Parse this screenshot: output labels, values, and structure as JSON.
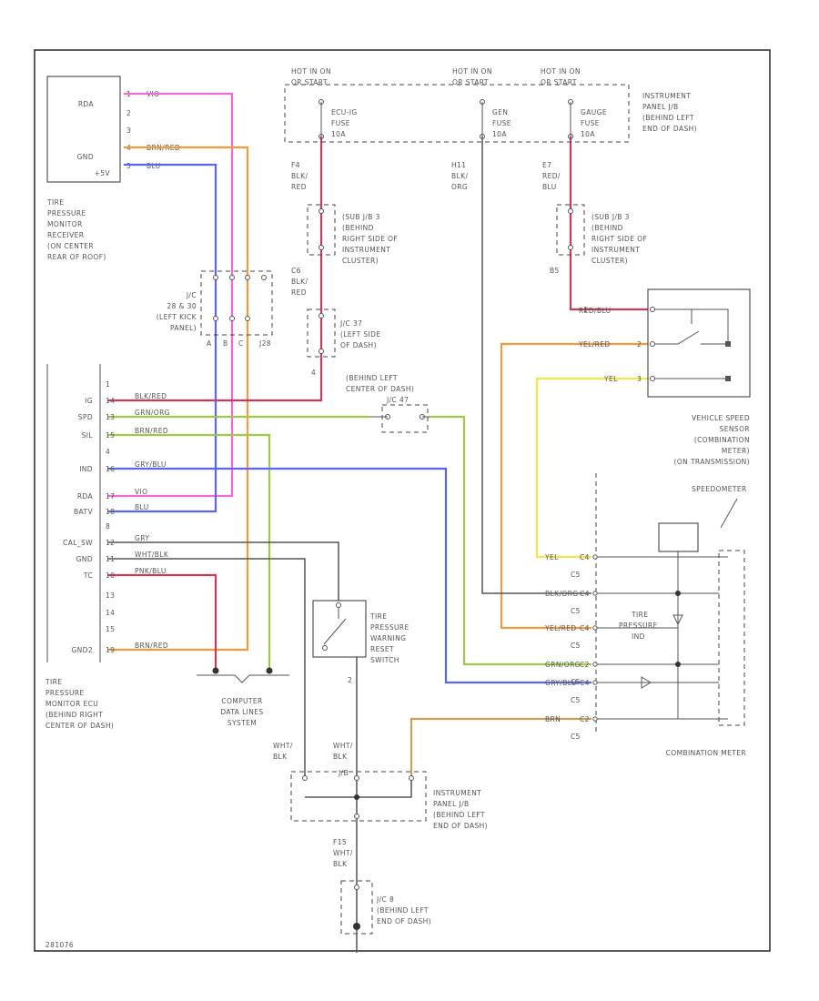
{
  "colors": {
    "pink": "#f06ad6",
    "orange": "#f59a3a",
    "blue": "#5b66ee",
    "red": "#c73b5c",
    "green": "#9ecb44",
    "yellow": "#f2e64a",
    "gray": "#555555",
    "brown": "#c9a055"
  },
  "receiver": {
    "pins": [
      "RDA",
      "GND",
      "+5V"
    ],
    "pin_numbers": [
      "1",
      "2",
      "3",
      "4",
      "5"
    ],
    "wires": [
      "VIO",
      "BRN/RED",
      "BLU"
    ],
    "caption": [
      "TIRE",
      "PRESSURE",
      "MONITOR",
      "RECEIVER",
      "(ON CENTER",
      "REAR OF ROOF)"
    ]
  },
  "fuse_box": {
    "fuses": [
      {
        "hot": [
          "HOT IN ON",
          "OR START"
        ],
        "name": [
          "ECU-IG",
          "FUSE",
          "10A"
        ]
      },
      {
        "hot": [
          "HOT IN ON",
          "OR START"
        ],
        "name": [
          "GEN",
          "FUSE",
          "10A"
        ]
      },
      {
        "hot": [
          "HOT IN ON",
          "OR START"
        ],
        "name": [
          "GAUGE",
          "FUSE",
          "10A"
        ]
      }
    ],
    "caption": [
      "INSTRUMENT",
      "PANEL J/B",
      "(BEHIND LEFT",
      "END OF DASH)"
    ]
  },
  "left_branch": {
    "w1": [
      "F4",
      "BLK/",
      "RED"
    ],
    "jb": [
      "(SUB J/B 3",
      "(BEHIND",
      "RIGHT SIDE OF",
      "INSTRUMENT",
      "CLUSTER)"
    ],
    "w2": [
      "C6",
      "BLK/",
      "RED"
    ],
    "jc": [
      "J/C 37",
      "(LEFT SIDE",
      "OF DASH)"
    ],
    "pin": "4"
  },
  "mid_branch": {
    "w1": [
      "H11",
      "BLK/",
      "ORG"
    ]
  },
  "right_branch": {
    "w1": [
      "E7",
      "RED/",
      "BLU"
    ],
    "jb": [
      "(SUB J/B 3",
      "(BEHIND",
      "RIGHT SIDE OF",
      "INSTRUMENT",
      "CLUSTER)"
    ],
    "pin": "B5",
    "wire_out": "RED/BLU"
  },
  "jc_left": {
    "label": [
      "J/C",
      "28 & 30",
      "(LEFT KICK",
      "PANEL)"
    ],
    "letters": [
      "A",
      "B",
      "C",
      "J28"
    ]
  },
  "jc_mid": {
    "caption": [
      "(BEHIND LEFT",
      "CENTER OF DASH)"
    ],
    "name": "J/C 47"
  },
  "ecu": {
    "pins": [
      {
        "num": "1",
        "name": "",
        "wire": ""
      },
      {
        "num": "14",
        "name": "IG",
        "wire": "BLK/RED"
      },
      {
        "num": "13",
        "name": "SPD",
        "wire": "GRN/ORG"
      },
      {
        "num": "15",
        "name": "SIL",
        "wire": "BRN/RED"
      },
      {
        "num": "4",
        "name": "",
        "wire": ""
      },
      {
        "num": "16",
        "name": "IND",
        "wire": "GRY/BLU"
      },
      {
        "num": "17",
        "name": "RDA",
        "wire": "VIO"
      },
      {
        "num": "18",
        "name": "BATV",
        "wire": "BLU"
      },
      {
        "num": "8",
        "name": "",
        "wire": ""
      },
      {
        "num": "12",
        "name": "CAL_SW",
        "wire": "GRY"
      },
      {
        "num": "11",
        "name": "GND",
        "wire": "WHT/BLK"
      },
      {
        "num": "10",
        "name": "TC",
        "wire": "PNK/BLU"
      },
      {
        "num": "13",
        "name": "",
        "wire": ""
      },
      {
        "num": "14",
        "name": "",
        "wire": ""
      },
      {
        "num": "15",
        "name": "",
        "wire": ""
      },
      {
        "num": "19",
        "name": "GND2",
        "wire": "BRN/RED"
      }
    ],
    "caption": [
      "TIRE",
      "PRESSURE",
      "MONITOR ECU",
      "(BEHIND RIGHT",
      "CENTER OF DASH)"
    ]
  },
  "data_line": [
    "COMPUTER",
    "DATA LINES",
    "SYSTEM"
  ],
  "sensor": {
    "wires": [
      {
        "name": "RED/BLU",
        "pin": "1"
      },
      {
        "name": "YEL/RED",
        "pin": "2"
      },
      {
        "name": "YEL",
        "pin": "3"
      }
    ],
    "caption": [
      "VEHICLE SPEED",
      "SENSOR",
      "(COMBINATION",
      "METER)",
      "(ON TRANSMISSION)"
    ]
  },
  "reset_switch": {
    "caption": [
      "TIRE",
      "PRESSURE",
      "WARNING",
      "RESET",
      "SWITCH"
    ],
    "pin": "2"
  },
  "meter": {
    "speedometer": "SPEEDOMETER",
    "indicator": [
      "TIRE",
      "PRESSURE",
      "IND"
    ],
    "rows": [
      {
        "wire": "YEL",
        "pin": "C4",
        "conn": "C5"
      },
      {
        "wire": "BLK/ORG",
        "pin": "C4",
        "conn": "C5"
      },
      {
        "wire": "YEL/RED",
        "pin": "C4",
        "conn": "C5"
      },
      {
        "wire": "GRN/ORG",
        "pin": "C2",
        "conn": "C5"
      },
      {
        "wire": "GRY/BLU",
        "pin": "C4",
        "conn": "C5"
      },
      {
        "wire": "BRN",
        "pin": "C2",
        "conn": "C5"
      }
    ],
    "caption": "COMBINATION METER"
  },
  "ground": {
    "w_left": [
      "WHT/",
      "BLK"
    ],
    "w_right": [
      "WHT/",
      "BLK"
    ],
    "jb_label": "J/B",
    "jb_caption": [
      "INSTRUMENT",
      "PANEL J/B",
      "(BEHIND LEFT",
      "END OF DASH)"
    ],
    "w_down": [
      "F15",
      "WHT/",
      "BLK"
    ],
    "jc": [
      "J/C 8",
      "(BEHIND LEFT",
      "END OF DASH)"
    ]
  },
  "corner_code": "281076"
}
